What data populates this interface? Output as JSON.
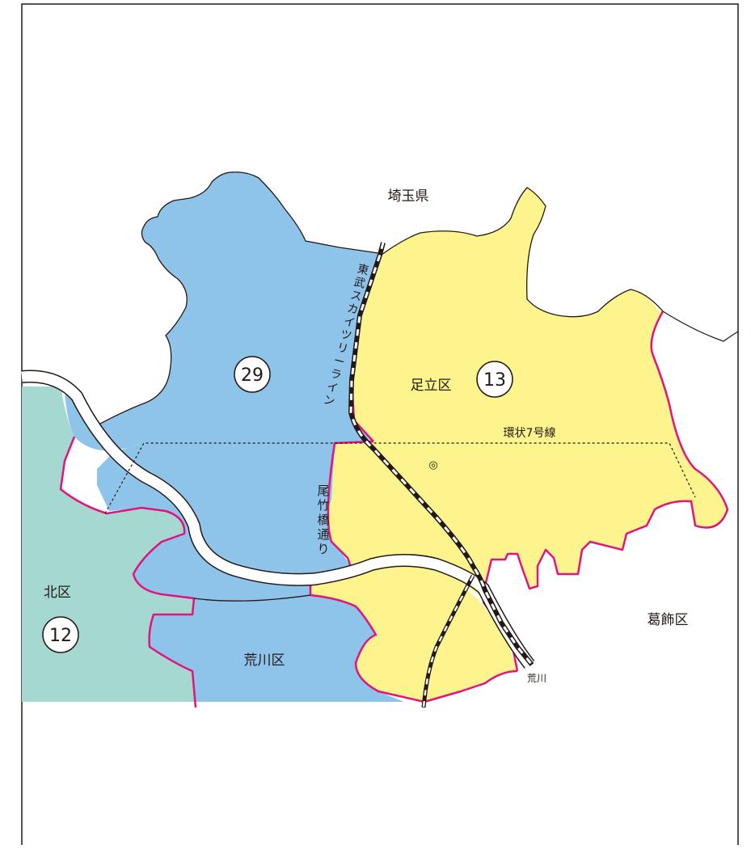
{
  "colors": {
    "district_29": "#8fc4ea",
    "district_13": "#fdf48d",
    "district_12": "#a5d8d1",
    "boundary": "#e4127f",
    "outline": "#231815",
    "river": "#ffffff"
  },
  "labels": {
    "prefecture": "埼玉県",
    "adachi": "足立区",
    "kita": "北区",
    "arakawa_ward": "荒川区",
    "katsushika": "葛飾区",
    "arakawa_river": "荒川",
    "ring_road": "環状7号線",
    "railway_chars": [
      "東",
      "武",
      "ス",
      "カ",
      "イ",
      "ツ",
      "リ",
      "ー",
      "ラ",
      "イ",
      "ン"
    ],
    "street_chars": [
      "尾",
      "竹",
      "橋",
      "通",
      "り"
    ]
  },
  "districts": {
    "d29": "29",
    "d13": "13",
    "d12": "12"
  },
  "icons": {
    "city_office": "◎"
  }
}
